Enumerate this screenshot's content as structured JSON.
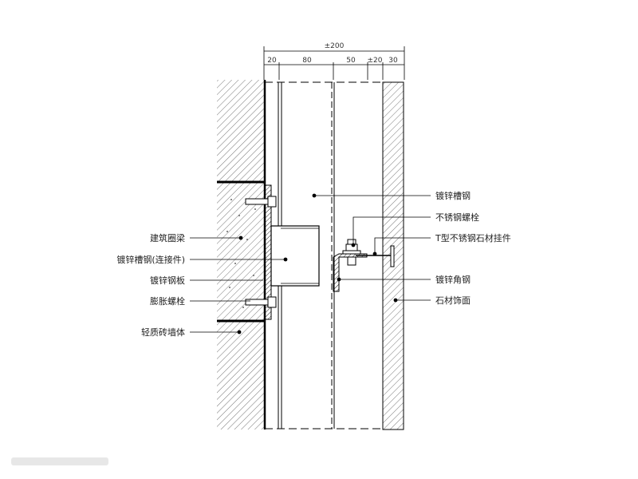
{
  "dimensions": {
    "total": "±200",
    "segments": [
      "20",
      "80",
      "50",
      "±20",
      "30"
    ]
  },
  "labels_left": [
    "建筑圈梁",
    "镀锌槽钢(连接件)",
    "镀锌钢板",
    "膨胀螺栓",
    "轻质砖墙体"
  ],
  "labels_right": [
    "镀锌槽钢",
    "不锈钢螺栓",
    "T型不锈钢石材挂件",
    "镀锌角钢",
    "石材饰面"
  ]
}
